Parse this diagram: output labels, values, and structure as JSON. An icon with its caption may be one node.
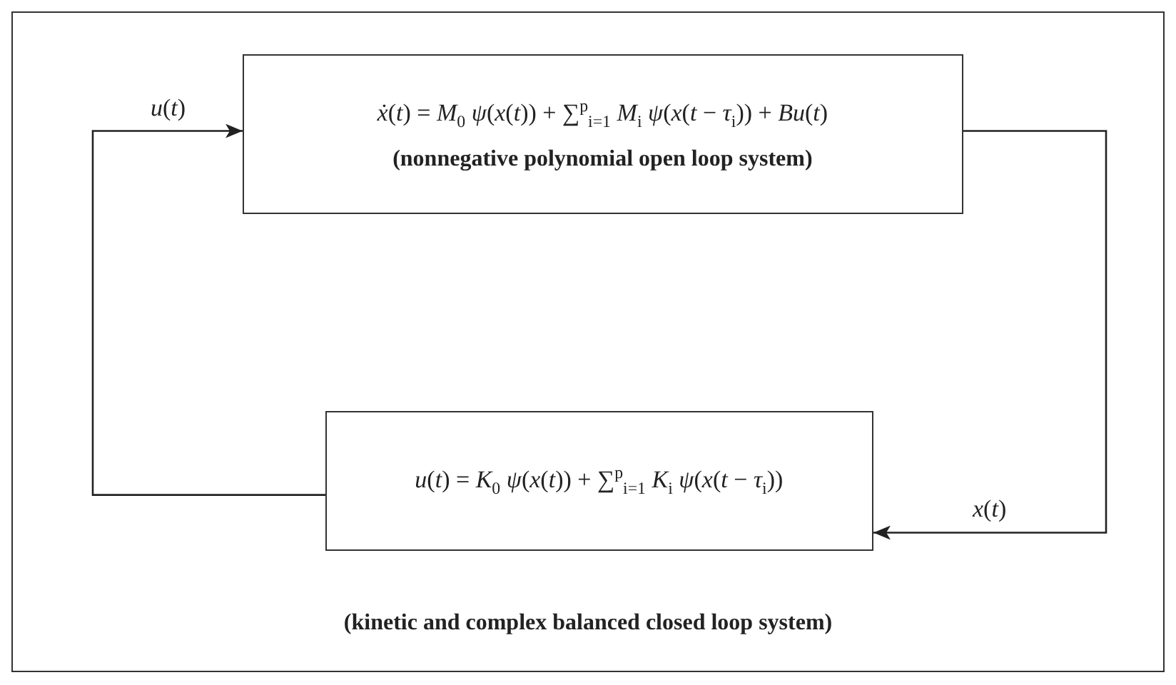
{
  "diagram": {
    "nodes": [
      {
        "text": [
          "(kinetic and complex balanced closed loop system)"
        ]
      },
      {
        "text": [
          "*ẋ*(*t*) = *M*$_{0}$ *ψ*(*x*(*t*)) + ∑$^{p}$$_{i=1}$ *M*$_{i}$ *ψ*(*x*(*t* − *τ*$_{i}$)) + *Bu*(*t*)",
          "(nonnegative polynomial open loop system)"
        ],
        "in": 0
      },
      {
        "text": [
          "*u*(*t*) = *K*$_{0}$ *ψ*(*x*(*t*)) + ∑$^{p}$$_{i=1}$ *K*$_{i}$ *ψ*(*x*(*t* − *τ*$_{i}$))"
        ],
        "in": 0
      }
    ],
    "edges": [
      {
        "from": 1,
        "to": 2,
        "arrow": "to",
        "label": "*x*(*t*)"
      },
      {
        "from": 2,
        "to": 1,
        "arrow": "to",
        "label": "*u*(*t*)"
      }
    ]
  }
}
